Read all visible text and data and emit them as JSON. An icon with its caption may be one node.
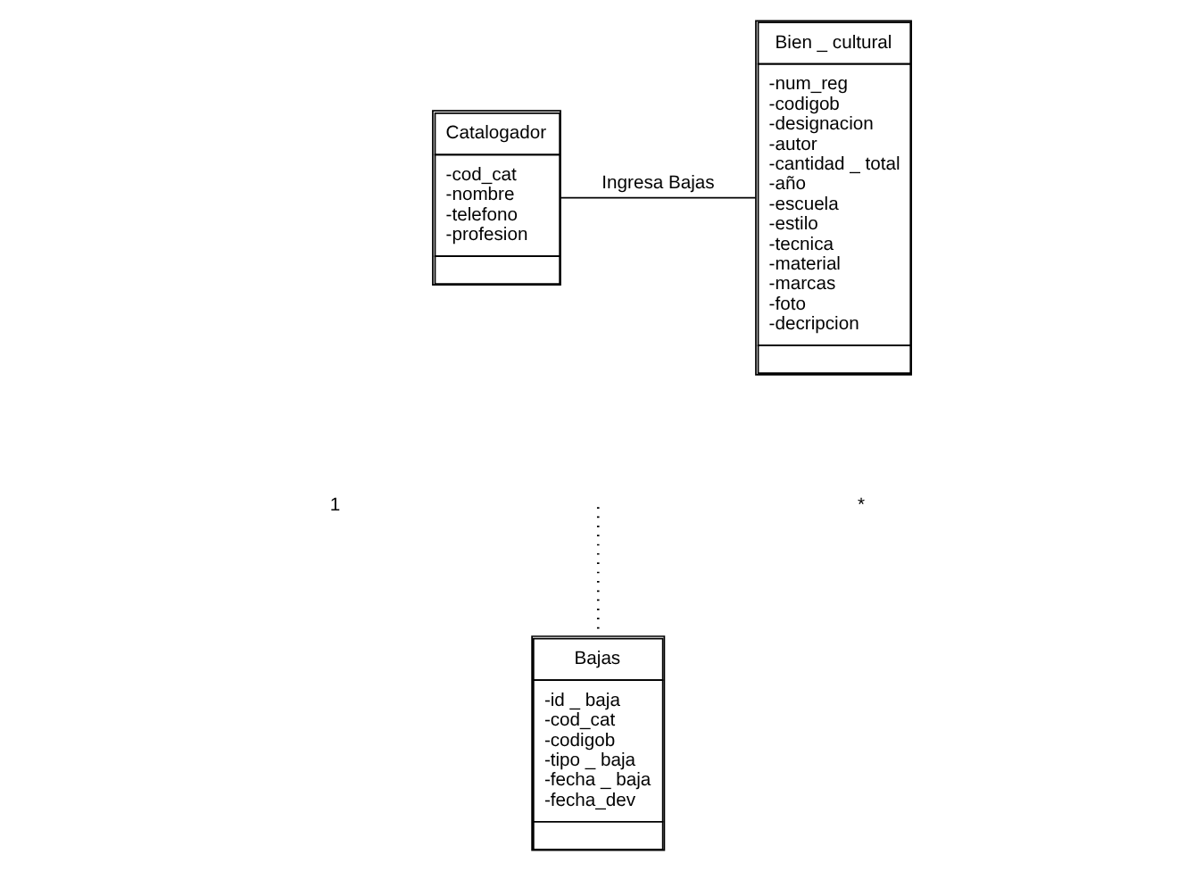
{
  "diagram": {
    "nodes": [
      {
        "text": [
          "Catalogador",
          "-cod_cat",
          "-nombre",
          "-telefono",
          "-profesion"
        ]
      },
      {
        "text": [
          "Bien _ cultural",
          "-num_reg",
          "-codigob",
          "-designacion",
          "-autor",
          "-cantidad _ total",
          "-año",
          "-escuela",
          "-estilo",
          "-tecnica",
          "-material",
          "-marcas",
          "-foto",
          "-decripcion"
        ]
      },
      {
        "text": [
          "Bajas",
          "-id _ baja",
          "-cod_cat",
          "-codigob",
          "-tipo _ baja",
          "-fecha _ baja",
          "-fecha_dev"
        ]
      }
    ],
    "edges": [
      {
        "from": 0,
        "to": 1,
        "arrow": "none",
        "label": "Ingresa Bajas"
      },
      {
        "from": null,
        "to": 2,
        "arrow": "none",
        "style": "dashed"
      }
    ],
    "labels": [
      "1",
      "*"
    ]
  }
}
